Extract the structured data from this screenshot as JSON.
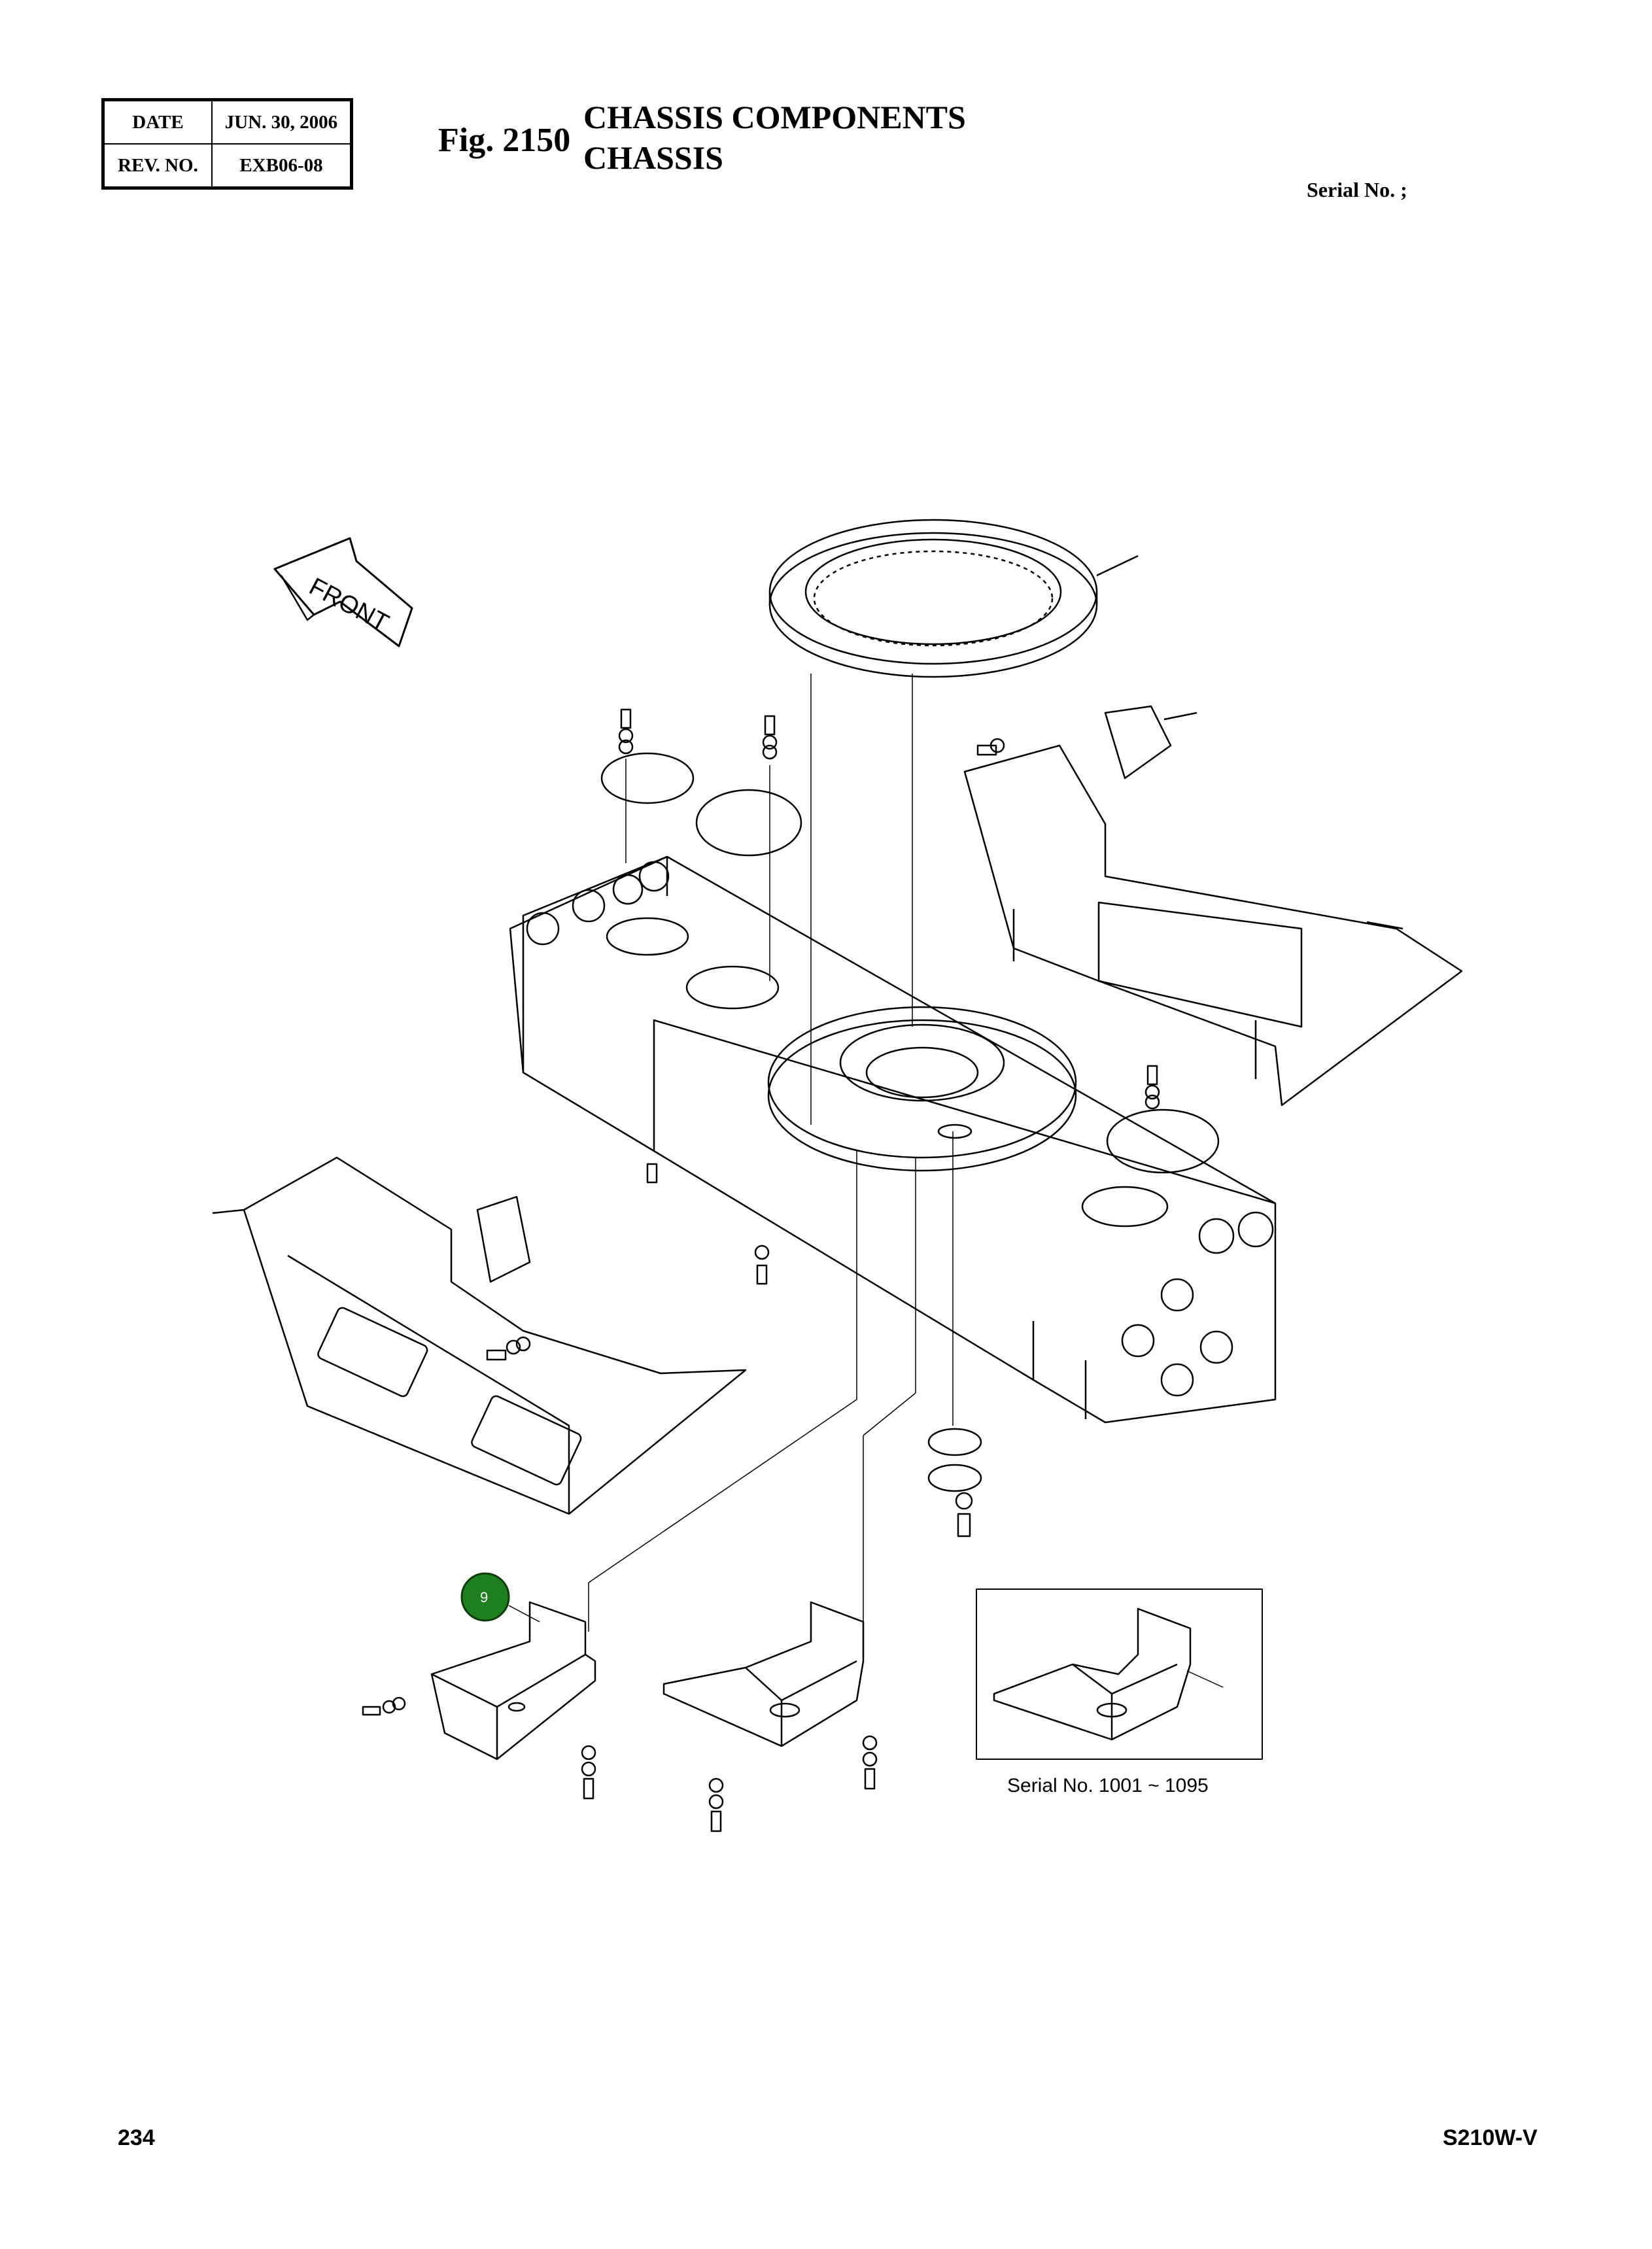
{
  "header": {
    "date_label": "DATE",
    "date_value": "JUN. 30, 2006",
    "rev_label": "REV. NO.",
    "rev_value": "EXB06-08",
    "fig_label": "Fig. 2150",
    "title_main": "CHASSIS COMPONENTS",
    "title_sub": "CHASSIS",
    "serial_label": "Serial No. ;"
  },
  "diagram": {
    "front_arrow_label": "FRONT",
    "inset_caption": "Serial No. 1001 ~ 1095",
    "callout": {
      "label": "9",
      "color": "#1e7f1e"
    }
  },
  "footer": {
    "page_number": "234",
    "model": "S210W-V"
  }
}
